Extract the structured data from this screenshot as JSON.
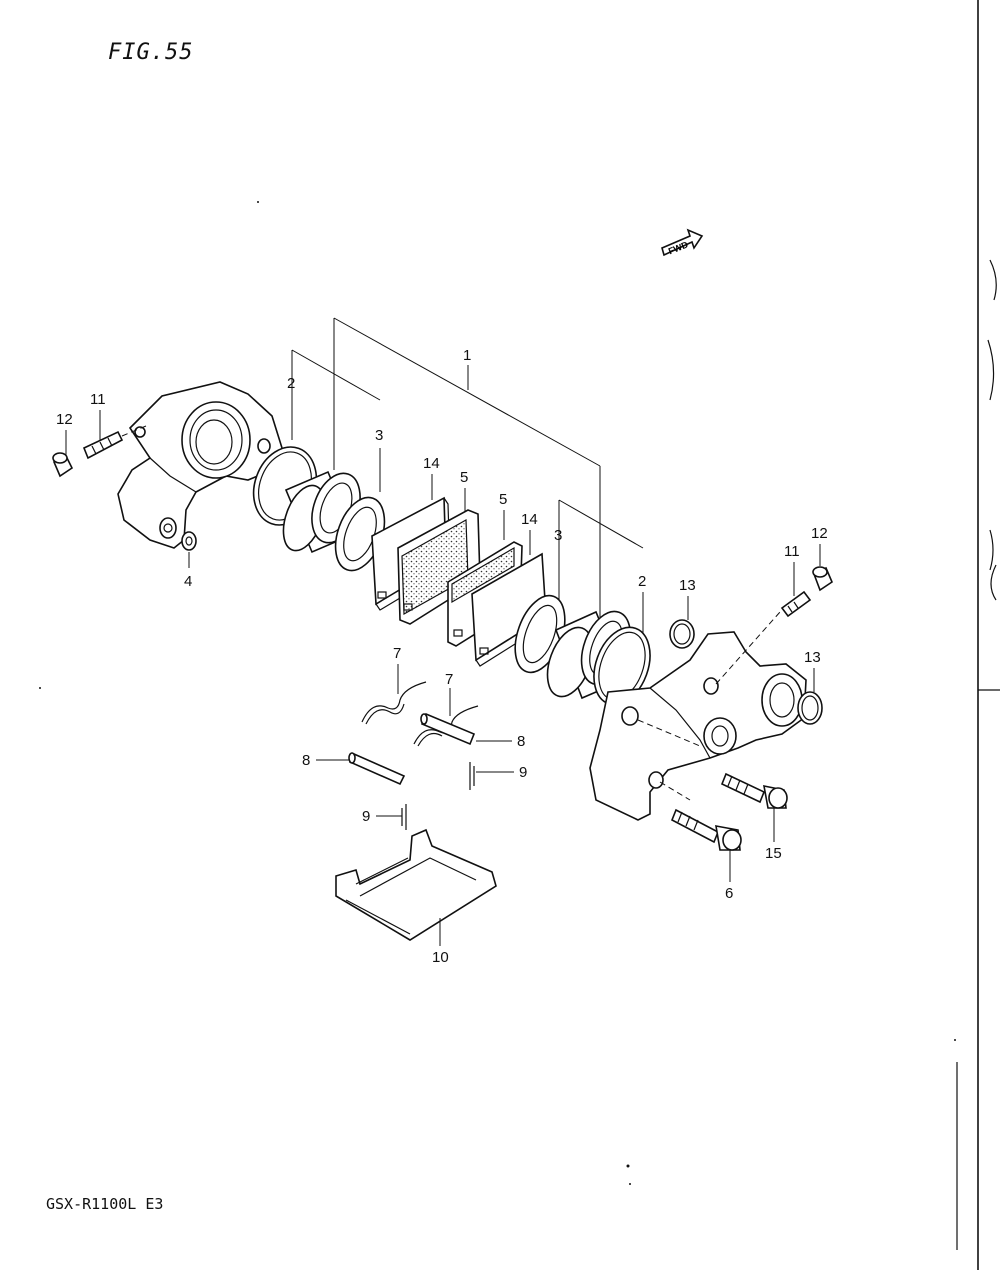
{
  "figure": {
    "title": "FIG.55",
    "model_code": "GSX-R1100L  E3",
    "fwd_badge": "FWD"
  },
  "callouts": {
    "c1": "1",
    "c2a": "2",
    "c2b": "2",
    "c3a": "3",
    "c3b": "3",
    "c4": "4",
    "c5a": "5",
    "c5b": "5",
    "c6": "6",
    "c7a": "7",
    "c7b": "7",
    "c8a": "8",
    "c8b": "8",
    "c9a": "9",
    "c9b": "9",
    "c10": "10",
    "c11a": "11",
    "c11b": "11",
    "c12a": "12",
    "c12b": "12",
    "c13a": "13",
    "c13b": "13",
    "c14a": "14",
    "c14b": "14",
    "c15": "15"
  },
  "colors": {
    "ink": "#111111",
    "paper": "#ffffff"
  }
}
